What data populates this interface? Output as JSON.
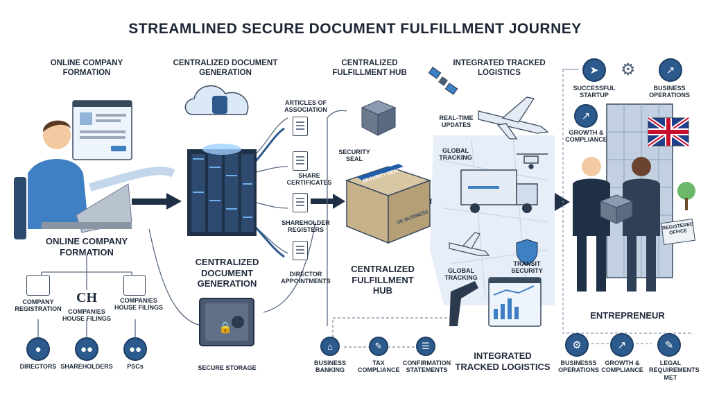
{
  "title": "STREAMLINED SECURE DOCUMENT FULFILLMENT JOURNEY",
  "sections": {
    "formation_top": "ONLINE COMPANY FORMATION",
    "formation_bottom": "ONLINE COMPANY FORMATION",
    "docgen_top": "CENTRALIZED DOCUMENT GENERATION",
    "docgen_bottom": "CENTRALIZED DOCUMENT GENERATION",
    "hub_top": "CENTRALIZED FULFILLMENT HUB",
    "hub_bottom": "CENTRALIZED FULFILLMENT HUB",
    "logistics_top": "INTEGRATED TRACKED LOGISTICS",
    "logistics_bottom": "INTEGRATED TRACKED LOGISTICS",
    "entrepreneur": "ENTREPRENEUR"
  },
  "formation_items": {
    "company_registration": "COMPANY REGISTRATION",
    "ch_logo": "CH",
    "house_filings_right": "COMPANIES HOUSE FILINGS",
    "house_filings_mid": "COMPANIES HOUSE FILINGS",
    "directors": "DIRECTORS",
    "shareholders": "SHAREHOLDERS",
    "pscs": "PSCs"
  },
  "documents": {
    "articles": "ARTICLES OF ASSOCIATION",
    "share_certs": "SHARE CERTIFICATES",
    "registers": "SHAREHOLDER REGISTERS",
    "appointments": "DIRECTOR APPOINTMENTS",
    "secure_storage": "SECURE STORAGE"
  },
  "hub": {
    "security_seal": "SECURITY SEAL",
    "box_label": "UK BUSINESS",
    "tape_label": "SECURITY SEAL"
  },
  "logistics": {
    "realtime": "REAL-TIME UPDATES",
    "global_tracking_top": "GLOBAL TRACKING",
    "global_tracking_bottom": "GLOBAL TRACKING",
    "transit_security": "TRANSIT SECURITY",
    "business_banking": "BUSINESS BANKING",
    "tax_compliance": "TAX COMPLIANCE",
    "confirmation_statements": "CONFIRMATION STATEMENTS"
  },
  "outcomes": {
    "successful_startup": "SUCCESSFUL STARTUP",
    "business_operations_top": "BUSINESS OPERATIONS",
    "growth_compliance_top": "GROWTH & COMPLIANCE",
    "registered_office": "REGISTERED OFFICE",
    "business_operations_bottom": "BUSINESSS OPERATIONS",
    "growth_compliance_bottom": "GROWTH & COMPLIANCE",
    "legal_requirements": "LEGAL REQUIREMENTS MET"
  },
  "colors": {
    "accent_blue": "#2c5a8c",
    "arrow_dark": "#1f2f45",
    "flow_light": "#8fb3d9"
  }
}
